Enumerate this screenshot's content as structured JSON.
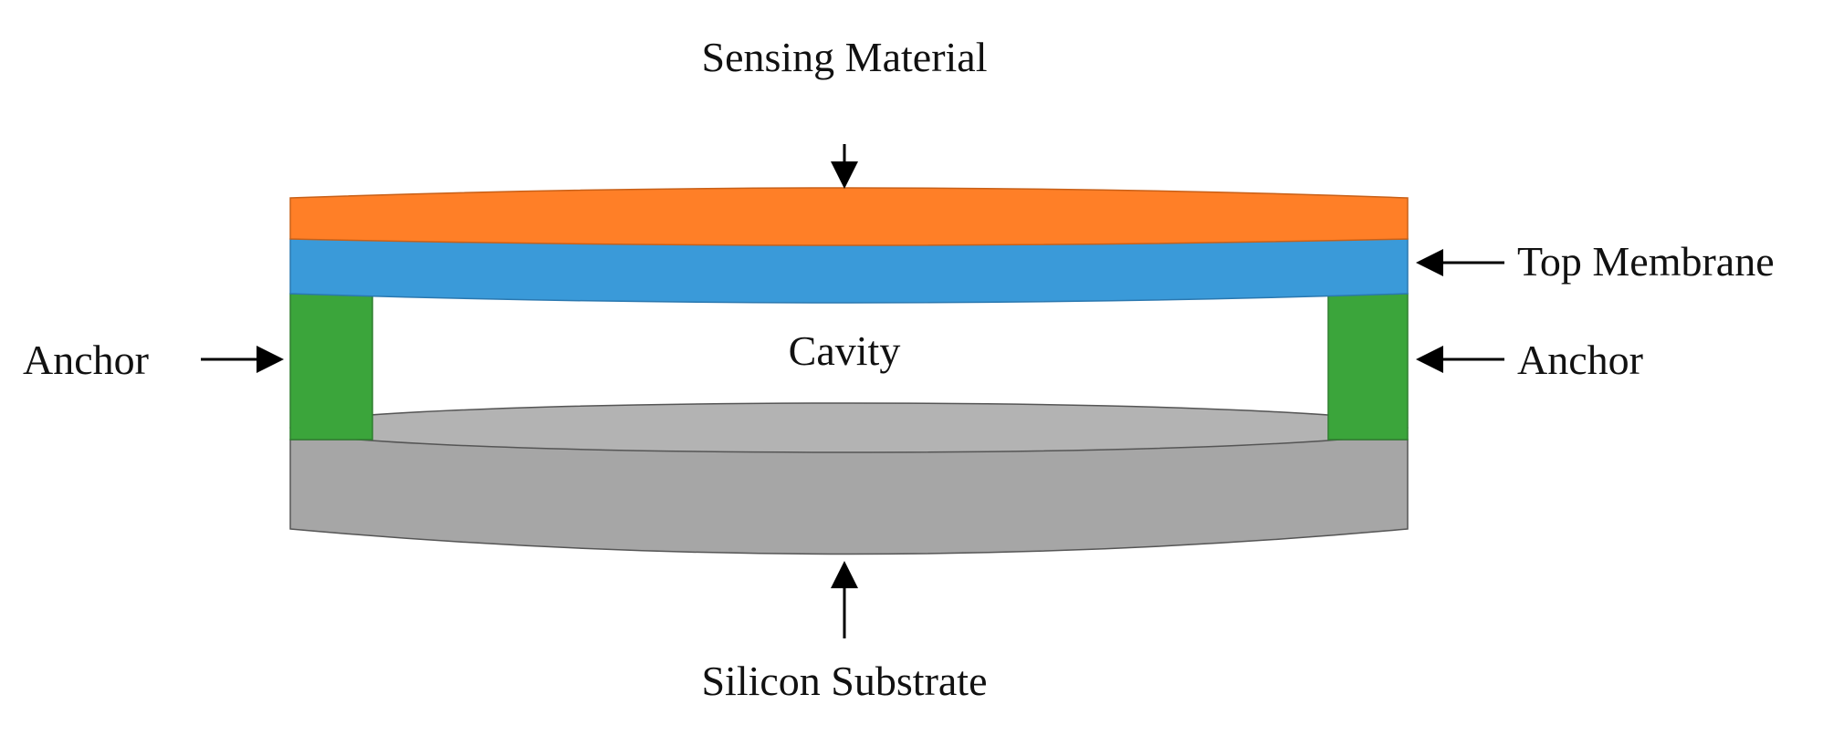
{
  "labels": {
    "sensing_material": "Sensing Material",
    "top_membrane": "Top Membrane",
    "cavity": "Cavity",
    "anchor_left": "Anchor",
    "anchor_right": "Anchor",
    "silicon_substrate": "Silicon Substrate"
  },
  "colors": {
    "sensing_material": "#FF7F27",
    "top_membrane": "#3A9AD9",
    "anchor": "#3BA53B",
    "substrate_side": "#A6A6A6",
    "substrate_top": "#B3B3B3",
    "outline": "#555555",
    "arrow": "#000000"
  }
}
